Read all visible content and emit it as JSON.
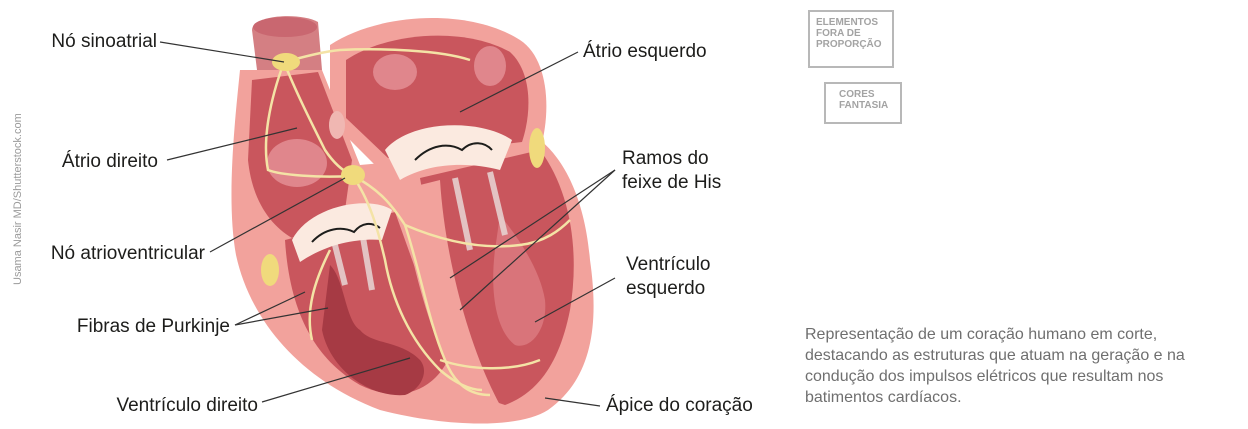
{
  "labels": {
    "sinoatrial": "Nó sinoatrial",
    "atrio_direito": "Átrio direito",
    "atrioventricular": "Nó atrioventricular",
    "purkinje": "Fibras de Purkinje",
    "ventriculo_direito": "Ventrículo direito",
    "atrio_esquerdo": "Átrio esquerdo",
    "ramos_line1": "Ramos do",
    "ramos_line2": "feixe de His",
    "ventriculo_esq_line1": "Ventrículo",
    "ventriculo_esq_line2": "esquerdo",
    "apice": "Ápice do coração"
  },
  "badges": {
    "proporcao": [
      "ELEMENTOS",
      "FORA DE",
      "PROPORÇÃO"
    ],
    "cores": [
      "CORES",
      "FANTASIA"
    ]
  },
  "credit": "Usama Nasir MD/Shutterstock.com",
  "caption": [
    "Representação de um coração humano em corte,",
    "destacando as estruturas que atuam na geração e na",
    "condução dos impulsos elétricos que resultam nos",
    "batimentos cardíacos."
  ],
  "colors": {
    "outer_wall": "#f2a29c",
    "inner_wall": "#c9565d",
    "chamber": "#d9747a",
    "dark_chamber": "#a63a44",
    "valve": "#fbeae0",
    "conduction": "#f4e3a6",
    "node": "#f0da7c",
    "vessel": "#d47f83",
    "leader": "#333333"
  }
}
